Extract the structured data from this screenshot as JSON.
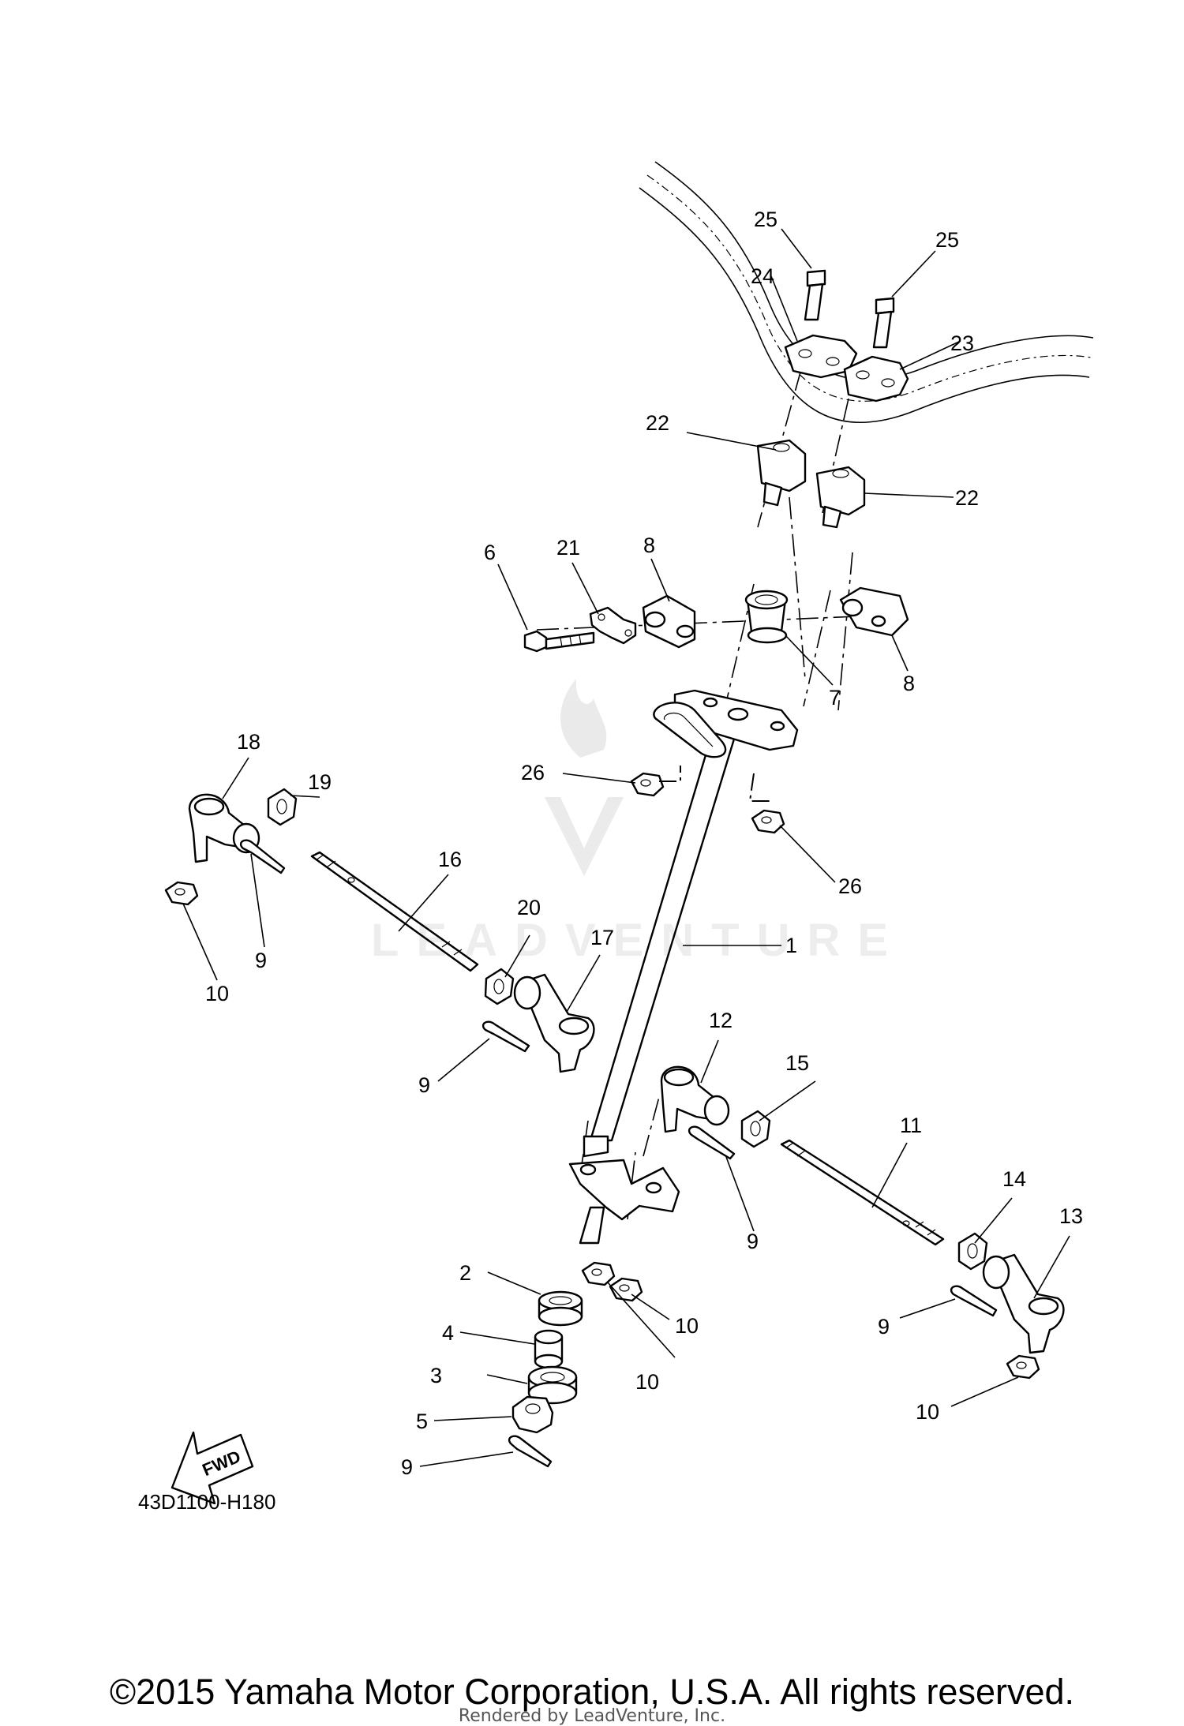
{
  "diagram": {
    "diagram_code": "43D1100-H180",
    "fwd_label": "FWD",
    "callouts": [
      {
        "id": "c1",
        "label": "1"
      },
      {
        "id": "c2",
        "label": "2"
      },
      {
        "id": "c3",
        "label": "3"
      },
      {
        "id": "c4",
        "label": "4"
      },
      {
        "id": "c5",
        "label": "5"
      },
      {
        "id": "c6",
        "label": "6"
      },
      {
        "id": "c7",
        "label": "7"
      },
      {
        "id": "c8a",
        "label": "8"
      },
      {
        "id": "c8b",
        "label": "8"
      },
      {
        "id": "c9a",
        "label": "9"
      },
      {
        "id": "c9b",
        "label": "9"
      },
      {
        "id": "c9c",
        "label": "9"
      },
      {
        "id": "c9d",
        "label": "9"
      },
      {
        "id": "c9e",
        "label": "9"
      },
      {
        "id": "c10a",
        "label": "10"
      },
      {
        "id": "c10b",
        "label": "10"
      },
      {
        "id": "c10c",
        "label": "10"
      },
      {
        "id": "c10d",
        "label": "10"
      },
      {
        "id": "c11",
        "label": "11"
      },
      {
        "id": "c12",
        "label": "12"
      },
      {
        "id": "c13",
        "label": "13"
      },
      {
        "id": "c14",
        "label": "14"
      },
      {
        "id": "c15",
        "label": "15"
      },
      {
        "id": "c16",
        "label": "16"
      },
      {
        "id": "c17",
        "label": "17"
      },
      {
        "id": "c18",
        "label": "18"
      },
      {
        "id": "c19",
        "label": "19"
      },
      {
        "id": "c20",
        "label": "20"
      },
      {
        "id": "c21",
        "label": "21"
      },
      {
        "id": "c22a",
        "label": "22"
      },
      {
        "id": "c22b",
        "label": "22"
      },
      {
        "id": "c23",
        "label": "23"
      },
      {
        "id": "c24",
        "label": "24"
      },
      {
        "id": "c25a",
        "label": "25"
      },
      {
        "id": "c25b",
        "label": "25"
      },
      {
        "id": "c26a",
        "label": "26"
      },
      {
        "id": "c26b",
        "label": "26"
      }
    ]
  },
  "watermark": {
    "brand_text": "LEADVENTURE",
    "logo_icon": "leadventure-flame-logo-icon"
  },
  "footer": {
    "copyright": "©2015 Yamaha Motor Corporation, U.S.A. All rights reserved.",
    "rendered_by": "Rendered by LeadVenture, Inc."
  }
}
